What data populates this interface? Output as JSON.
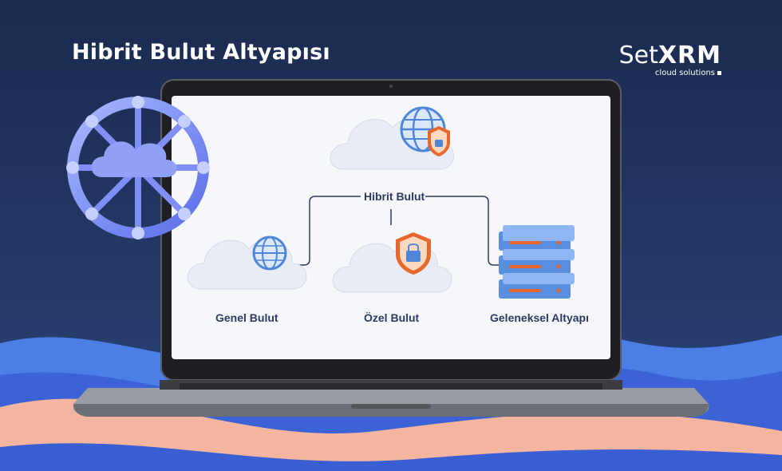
{
  "header": {
    "title": "Hibrit Bulut Altyapısı"
  },
  "logo": {
    "brand_light": "Set",
    "brand_bold": "XRM",
    "tagline": "cloud solutions"
  },
  "diagram": {
    "root_label": "Hibrit Bulut",
    "nodes": [
      {
        "label": "Genel Bulut",
        "icon": "globe-icon"
      },
      {
        "label": "Özel Bulut",
        "icon": "shield-lock-icon"
      },
      {
        "label": "Geleneksel Altyapı",
        "icon": "server-stack-icon"
      }
    ],
    "root_icon": "globe-shield-icon"
  },
  "colors": {
    "background": "#1b2a4f",
    "wave_blue": "#3f6fe0",
    "wave_light": "#6fa0f2",
    "wave_peach": "#f3b4a0",
    "label": "#2b3b63",
    "shield": "#e8672c",
    "server": "#4f86d8"
  }
}
